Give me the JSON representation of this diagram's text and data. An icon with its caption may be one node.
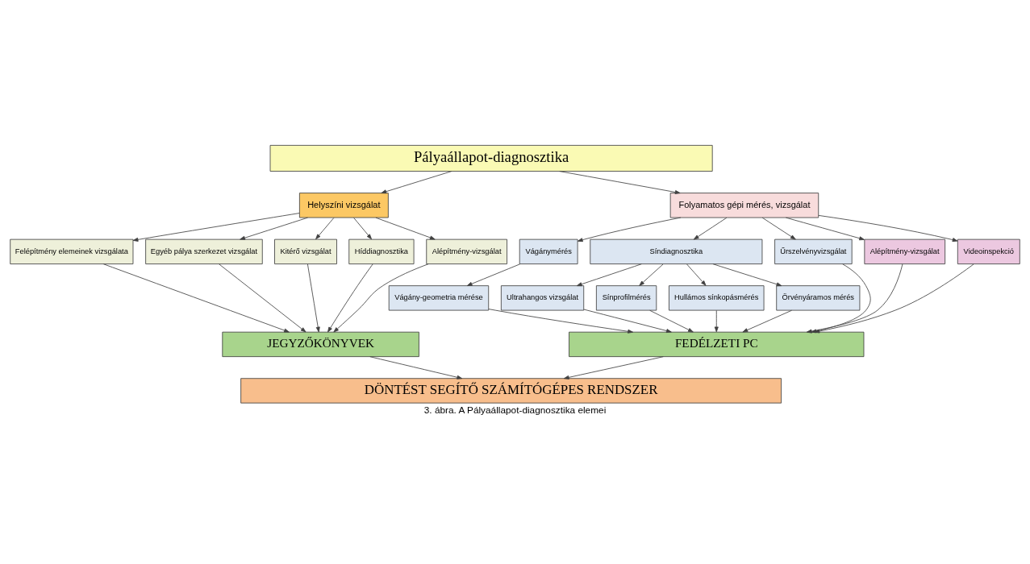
{
  "diagram": {
    "caption": "3. ábra. A Pályaállapot-diagnosztika elemei",
    "nodes": [
      {
        "text": [
          "Pályaállapot-diagnosztika"
        ]
      },
      {
        "text": [
          "Helyszíni vizsgálat"
        ]
      },
      {
        "text": [
          "Folyamatos gépi mérés, vizsgálat"
        ]
      },
      {
        "text": [
          "Felépítmény elemeinek vizsgálata"
        ]
      },
      {
        "text": [
          "Egyéb pálya szerkezet vizsgálat"
        ]
      },
      {
        "text": [
          "Kitérő vizsgálat"
        ]
      },
      {
        "text": [
          "Híddiagnosztika"
        ]
      },
      {
        "text": [
          "Alépítmény-vizsgálat"
        ]
      },
      {
        "text": [
          "Vágánymérés"
        ]
      },
      {
        "text": [
          "Síndiagnosztika"
        ]
      },
      {
        "text": [
          "Űrszelvényvizsgálat"
        ]
      },
      {
        "text": [
          "Alépítmény-vizsgálat"
        ]
      },
      {
        "text": [
          "Videoinspekció"
        ]
      },
      {
        "text": [
          "Vágány-geometria mérése"
        ]
      },
      {
        "text": [
          "Ultrahangos vizsgálat"
        ]
      },
      {
        "text": [
          "Sínprofilmérés"
        ]
      },
      {
        "text": [
          "Hullámos sínkopásmérés"
        ]
      },
      {
        "text": [
          "Örvényáramos mérés"
        ]
      },
      {
        "text": [
          "JEGYZŐKÖNYVEK"
        ]
      },
      {
        "text": [
          "FEDÉLZETI PC"
        ]
      },
      {
        "text": [
          "DÖNTÉST SEGÍTŐ SZÁMÍTÓGÉPES RENDSZER"
        ]
      }
    ],
    "edges": [
      {
        "from": 0,
        "to": 1,
        "arrow": "to"
      },
      {
        "from": 0,
        "to": 2,
        "arrow": "to"
      },
      {
        "from": 1,
        "to": 3,
        "arrow": "to"
      },
      {
        "from": 1,
        "to": 4,
        "arrow": "to"
      },
      {
        "from": 1,
        "to": 5,
        "arrow": "to"
      },
      {
        "from": 1,
        "to": 6,
        "arrow": "to"
      },
      {
        "from": 1,
        "to": 7,
        "arrow": "to"
      },
      {
        "from": 2,
        "to": 8,
        "arrow": "to"
      },
      {
        "from": 2,
        "to": 9,
        "arrow": "to"
      },
      {
        "from": 2,
        "to": 10,
        "arrow": "to"
      },
      {
        "from": 2,
        "to": 11,
        "arrow": "to"
      },
      {
        "from": 2,
        "to": 12,
        "arrow": "to"
      },
      {
        "from": 8,
        "to": 13,
        "arrow": "to"
      },
      {
        "from": 9,
        "to": 14,
        "arrow": "to"
      },
      {
        "from": 9,
        "to": 15,
        "arrow": "to"
      },
      {
        "from": 9,
        "to": 16,
        "arrow": "to"
      },
      {
        "from": 9,
        "to": 17,
        "arrow": "to"
      },
      {
        "from": 3,
        "to": 18,
        "arrow": "to"
      },
      {
        "from": 4,
        "to": 18,
        "arrow": "to"
      },
      {
        "from": 5,
        "to": 18,
        "arrow": "to"
      },
      {
        "from": 6,
        "to": 18,
        "arrow": "to"
      },
      {
        "from": 7,
        "to": 18,
        "arrow": "to"
      },
      {
        "from": 13,
        "to": 19,
        "arrow": "to"
      },
      {
        "from": 14,
        "to": 19,
        "arrow": "to"
      },
      {
        "from": 15,
        "to": 19,
        "arrow": "to"
      },
      {
        "from": 16,
        "to": 19,
        "arrow": "to"
      },
      {
        "from": 17,
        "to": 19,
        "arrow": "to"
      },
      {
        "from": 10,
        "to": 19,
        "arrow": "to"
      },
      {
        "from": 11,
        "to": 19,
        "arrow": "to"
      },
      {
        "from": 12,
        "to": 19,
        "arrow": "to"
      },
      {
        "from": 18,
        "to": 20,
        "arrow": "to"
      },
      {
        "from": 19,
        "to": 20,
        "arrow": "to"
      }
    ]
  }
}
